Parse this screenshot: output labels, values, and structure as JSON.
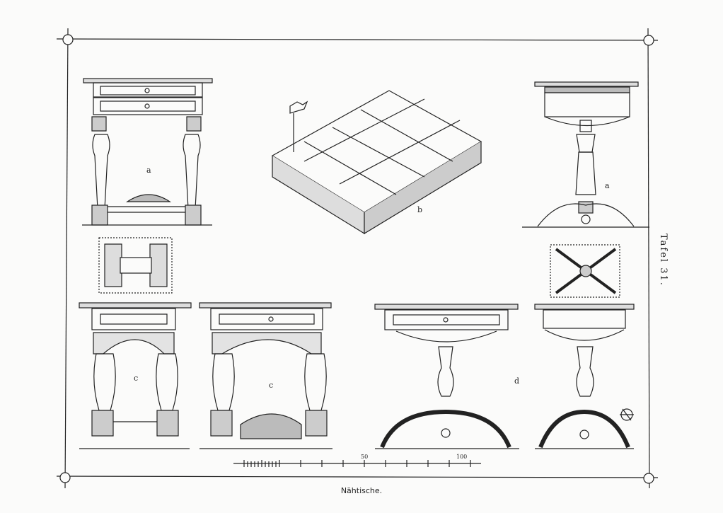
{
  "plate_label": "Tafel 31.",
  "caption": "Nähtische.",
  "figure_labels": {
    "a_left": "a",
    "b": "b",
    "a_right": "a",
    "c_left": "c",
    "c_right": "c",
    "d": "d"
  },
  "scale_bar": {
    "tick_50": "50",
    "tick_100": "100"
  }
}
